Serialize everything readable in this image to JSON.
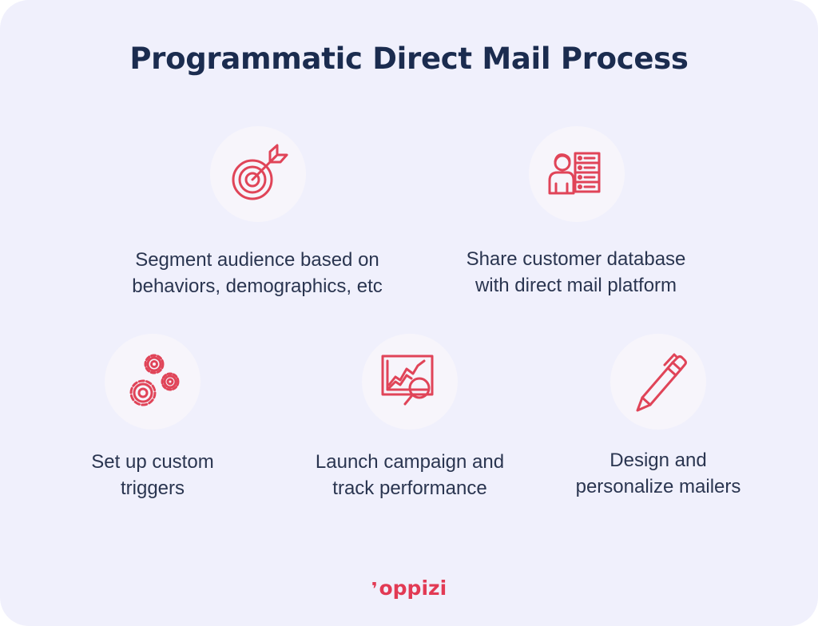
{
  "title": "Programmatic Direct Mail Process",
  "accent_color": "#e04458",
  "background_color": "#f0f0fc",
  "steps": [
    {
      "icon": "target-arrow-icon",
      "line1": "Segment audience based on",
      "line2": "behaviors, demographics, etc"
    },
    {
      "icon": "customer-database-icon",
      "line1": "Share customer database",
      "line2": "with direct mail platform"
    },
    {
      "icon": "gears-icon",
      "line1": "Set up custom",
      "line2": "triggers"
    },
    {
      "icon": "chart-magnifier-icon",
      "line1": "Launch campaign and",
      "line2": "track performance"
    },
    {
      "icon": "pen-icon",
      "line1": "Design and",
      "line2": "personalize mailers"
    }
  ],
  "logo": {
    "text": "oppizi"
  }
}
